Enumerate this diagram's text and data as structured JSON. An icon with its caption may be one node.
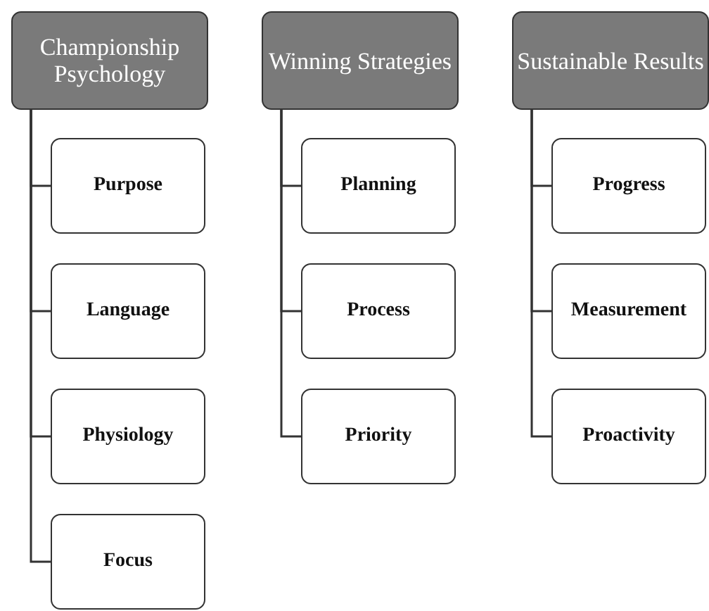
{
  "diagram": {
    "nodes": [
      {
        "text": [
          "Championship Psychology"
        ]
      },
      {
        "text": [
          "Purpose"
        ]
      },
      {
        "text": [
          "Language"
        ]
      },
      {
        "text": [
          "Physiology"
        ]
      },
      {
        "text": [
          "Focus"
        ]
      },
      {
        "text": [
          "Winning Strategies"
        ]
      },
      {
        "text": [
          "Planning"
        ]
      },
      {
        "text": [
          "Process"
        ]
      },
      {
        "text": [
          "Priority"
        ]
      },
      {
        "text": [
          "Sustainable Results"
        ]
      },
      {
        "text": [
          "Progress"
        ]
      },
      {
        "text": [
          "Measurement"
        ]
      },
      {
        "text": [
          "Proactivity"
        ]
      }
    ],
    "edges": [
      {
        "from": 0,
        "to": 1,
        "arrow": "none"
      },
      {
        "from": 0,
        "to": 2,
        "arrow": "none"
      },
      {
        "from": 0,
        "to": 3,
        "arrow": "none"
      },
      {
        "from": 0,
        "to": 4,
        "arrow": "none"
      },
      {
        "from": 5,
        "to": 6,
        "arrow": "none"
      },
      {
        "from": 5,
        "to": 7,
        "arrow": "none"
      },
      {
        "from": 5,
        "to": 8,
        "arrow": "none"
      },
      {
        "from": 9,
        "to": 10,
        "arrow": "none"
      },
      {
        "from": 9,
        "to": 11,
        "arrow": "none"
      },
      {
        "from": 9,
        "to": 12,
        "arrow": "none"
      }
    ]
  }
}
